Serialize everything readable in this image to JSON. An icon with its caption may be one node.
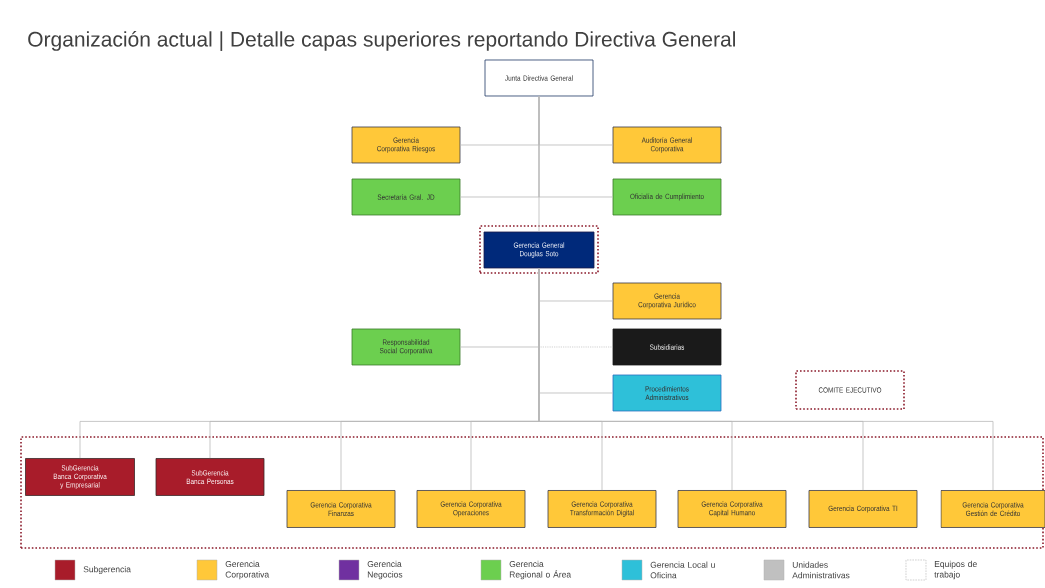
{
  "diagram": {
    "title": "Organización actual | Detalle capas superiores reportando Directiva General",
    "nodes": [
      {
        "text": [
          "Junta Directiva General"
        ]
      },
      {
        "text": [
          "Gerencia Corporativa Riesgos"
        ]
      },
      {
        "text": [
          "Auditoría General Corporativa"
        ]
      },
      {
        "text": [
          "Secretaría Gral. JD"
        ]
      },
      {
        "text": [
          "Oficialía de Cumplimiento"
        ]
      },
      {
        "text": [],
        "shape": "box"
      },
      {
        "text": [
          "Gerencia General Douglas Soto"
        ],
        "in": 5
      },
      {
        "text": [
          "Gerencia Corporativa Jurídico"
        ]
      },
      {
        "text": [
          "Responsabilidad Social Corporativa"
        ]
      },
      {
        "text": [
          "Subsidiarias"
        ]
      },
      {
        "text": [
          "Procedimientos Administrativos"
        ]
      },
      {
        "text": [
          "COMITE EJECUTIVO"
        ]
      },
      {
        "text": [],
        "shape": "box"
      },
      {
        "text": [
          "SubGerencia Banca Corporativa y Empresarial"
        ],
        "in": 12
      },
      {
        "text": [
          "SubGerencia Banca Personas"
        ],
        "in": 12
      },
      {
        "text": [
          "Gerencia Corporativa Finanzas"
        ],
        "in": 12
      },
      {
        "text": [
          "Gerencia Corporativa Operaciones"
        ],
        "in": 12
      },
      {
        "text": [
          "Gerencia Corporativa Transformación Digital"
        ],
        "in": 12
      },
      {
        "text": [
          "Gerencia Corporativa Capital Humano"
        ],
        "in": 12
      },
      {
        "text": [
          "Gerencia Corporativa TI"
        ],
        "in": 12
      },
      {
        "text": [
          "Gerencia Corporativa Gestión de Crédito"
        ],
        "in": 12
      }
    ],
    "edges": [
      {
        "from": 0,
        "to": 1,
        "arrow": "none"
      },
      {
        "from": 0,
        "to": 2,
        "arrow": "none"
      },
      {
        "from": 0,
        "to": 3,
        "arrow": "none"
      },
      {
        "from": 0,
        "to": 4,
        "arrow": "none"
      },
      {
        "from": 0,
        "to": 6,
        "arrow": "none"
      },
      {
        "from": 6,
        "to": 7,
        "arrow": "none"
      },
      {
        "from": 6,
        "to": 8,
        "arrow": "none"
      },
      {
        "from": 6,
        "to": 9,
        "arrow": "none",
        "style": "dashed"
      },
      {
        "from": 6,
        "to": 10,
        "arrow": "none"
      },
      {
        "from": 6,
        "to": 13,
        "arrow": "none"
      },
      {
        "from": 6,
        "to": 14,
        "arrow": "none"
      },
      {
        "from": 6,
        "to": 15,
        "arrow": "none"
      },
      {
        "from": 6,
        "to": 16,
        "arrow": "none"
      },
      {
        "from": 6,
        "to": 17,
        "arrow": "none"
      },
      {
        "from": 6,
        "to": 18,
        "arrow": "none"
      },
      {
        "from": 6,
        "to": 19,
        "arrow": "none"
      },
      {
        "from": 6,
        "to": 20,
        "arrow": "none"
      }
    ],
    "legend": [
      {
        "text": "Subgerencia",
        "color": "#a81c2a"
      },
      {
        "text": "Gerencia Corporativa",
        "color": "#ffc839"
      },
      {
        "text": "Gerencia Negocios",
        "color": "#7030a0"
      },
      {
        "text": "Gerencia Regional o Área",
        "color": "#6ccf4f"
      },
      {
        "text": "Gerencia Local u Oficina",
        "color": "#2ec0d9"
      },
      {
        "text": "Unidades Administrativas",
        "color": "#c0c0c0"
      },
      {
        "text": "Equipos de trabajo"
      }
    ]
  }
}
